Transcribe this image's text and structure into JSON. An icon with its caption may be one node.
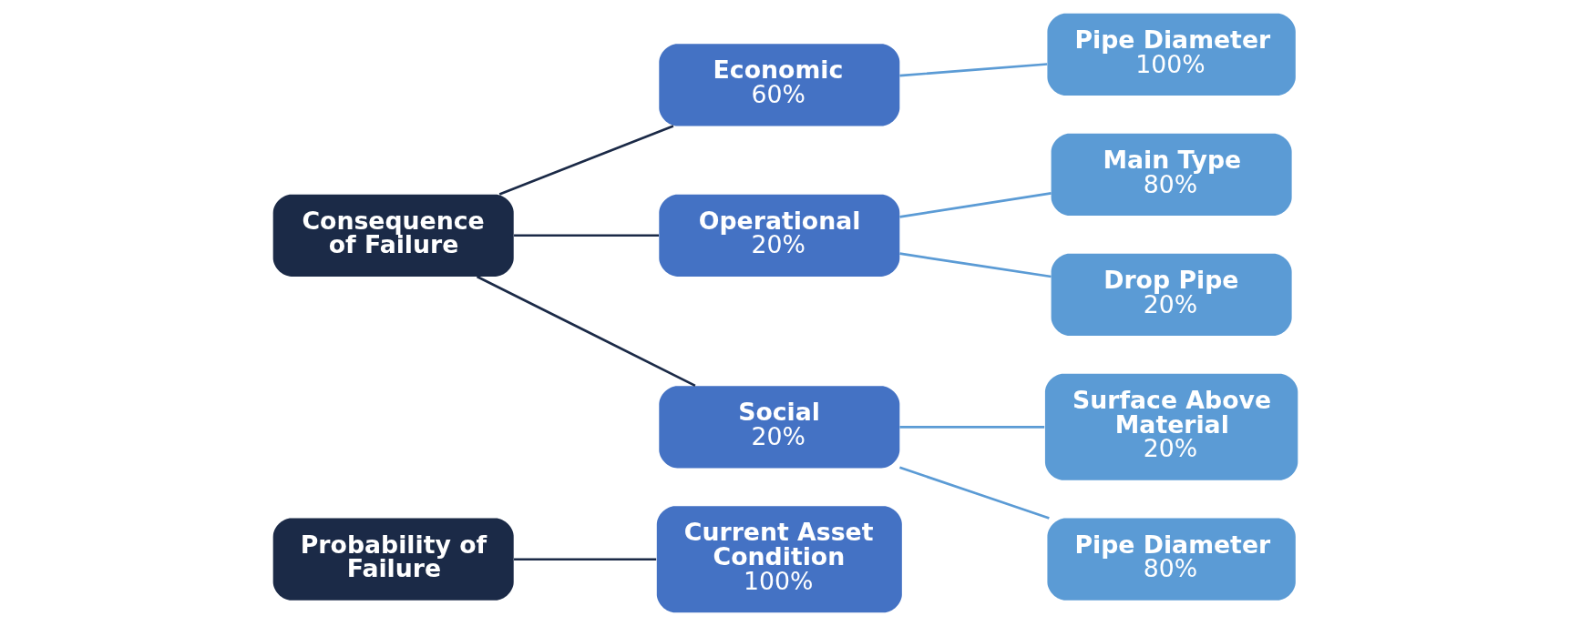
{
  "diagram": {
    "nodes": [
      {
        "text": [
          "Probability of Failure"
        ]
      },
      {
        "text": [
          "Current Asset Condition",
          "100%"
        ]
      },
      {
        "text": [
          "Consequence of Failure"
        ]
      },
      {
        "text": [
          "Economic",
          "60%"
        ]
      },
      {
        "text": [
          "Operational",
          "20%"
        ]
      },
      {
        "text": [
          "Social",
          "20%"
        ]
      },
      {
        "text": [
          "Pipe Diameter",
          "100%"
        ]
      },
      {
        "text": [
          "Main Type",
          "80%"
        ]
      },
      {
        "text": [
          "Drop Pipe",
          "20%"
        ]
      },
      {
        "text": [
          "Surface Above Material",
          "20%"
        ]
      },
      {
        "text": [
          "Pipe Diameter",
          "80%"
        ]
      }
    ],
    "edges": [
      {
        "from": 0,
        "to": 1,
        "arrow": "none",
        "color": "#1b2a47"
      },
      {
        "from": 2,
        "to": 3,
        "arrow": "none",
        "color": "#1b2a47"
      },
      {
        "from": 2,
        "to": 4,
        "arrow": "none",
        "color": "#1b2a47"
      },
      {
        "from": 2,
        "to": 5,
        "arrow": "none",
        "color": "#1b2a47"
      },
      {
        "from": 3,
        "to": 6,
        "arrow": "none"
      },
      {
        "from": 4,
        "to": 7,
        "arrow": "none"
      },
      {
        "from": 4,
        "to": 8,
        "arrow": "none"
      },
      {
        "from": 5,
        "to": 9,
        "arrow": "none"
      },
      {
        "from": 5,
        "to": 10,
        "arrow": "none"
      }
    ]
  }
}
